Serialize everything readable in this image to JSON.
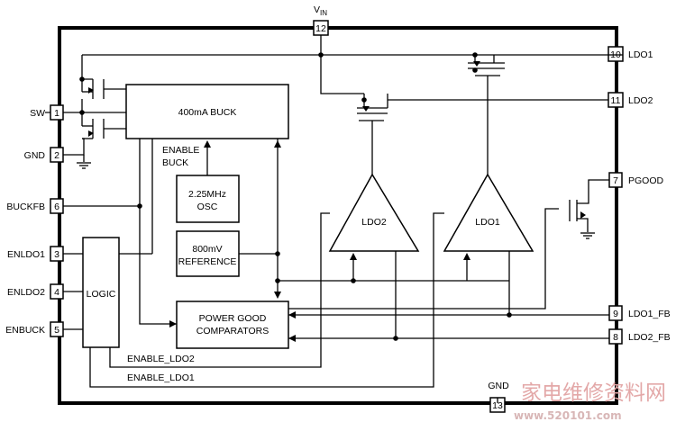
{
  "pins": {
    "sw": {
      "name": "SW",
      "number": "1"
    },
    "gnd": {
      "name": "GND",
      "number": "2"
    },
    "enldo1": {
      "name": "ENLDO1",
      "number": "3"
    },
    "enldo2": {
      "name": "ENLDO2",
      "number": "4"
    },
    "enbuck": {
      "name": "ENBUCK",
      "number": "5"
    },
    "buckfb": {
      "name": "BUCKFB",
      "number": "6"
    },
    "pgood": {
      "name": "PGOOD",
      "number": "7"
    },
    "ldo2_fb": {
      "name": "LDO2_FB",
      "number": "8"
    },
    "ldo1_fb": {
      "name": "LDO1_FB",
      "number": "9"
    },
    "ldo1": {
      "name": "LDO1",
      "number": "10"
    },
    "ldo2": {
      "name": "LDO2",
      "number": "11"
    },
    "vin": {
      "name": "V",
      "subscript": "IN",
      "number": "12"
    },
    "gnd13": {
      "name": "GND",
      "number": "13"
    }
  },
  "blocks": {
    "buck": "400mA BUCK",
    "osc_line1": "2.25MHz",
    "osc_line2": "OSC",
    "ref_line1": "800mV",
    "ref_line2": "REFERENCE",
    "logic": "LOGIC",
    "pgc_line1": "POWER GOOD",
    "pgc_line2": "COMPARATORS",
    "amp_ldo2": "LDO2",
    "amp_ldo1": "LDO1"
  },
  "signals": {
    "enable_buck_line1": "ENABLE",
    "enable_buck_line2": "BUCK",
    "enable_ldo2": "ENABLE_LDO2",
    "enable_ldo1": "ENABLE_LDO1"
  },
  "watermark": {
    "text": "家电维修资料网",
    "url": "www.520101.com"
  },
  "colors": {
    "line": "#000000",
    "background": "#ffffff",
    "watermark": "#e3a8a8"
  }
}
